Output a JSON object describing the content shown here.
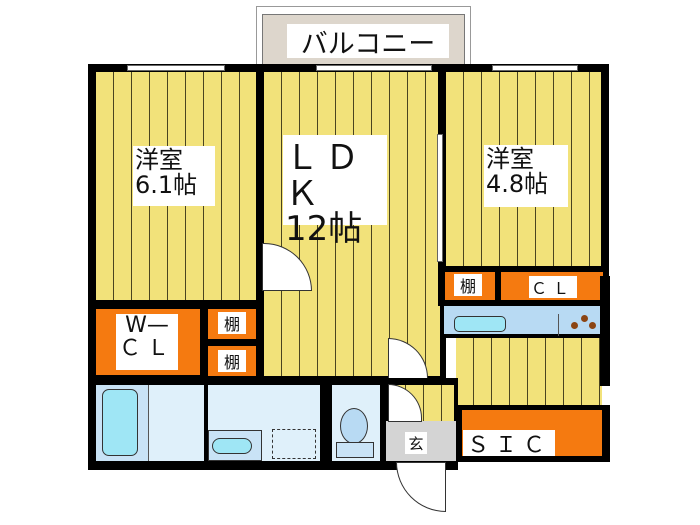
{
  "floorplan": {
    "balcony": {
      "label": "バルコニー"
    },
    "rooms": [
      {
        "id": "western-room-1",
        "name": "洋室",
        "size": "6.1帖"
      },
      {
        "id": "ldk",
        "name": "ＬＤＫ",
        "size": "12帖"
      },
      {
        "id": "western-room-2",
        "name": "洋室",
        "size": "4.8帖"
      }
    ],
    "storage": {
      "walk_in_closet": {
        "line1": "W—",
        "line2": "ＣＬ"
      },
      "shelf_1": "棚",
      "shelf_2": "棚",
      "shelf_3": "棚",
      "closet": "ＣＬ",
      "shoe_closet": "ＳＩＣ"
    },
    "entrance": {
      "label": "玄"
    },
    "colors": {
      "floor": "#f2e27a",
      "storage": "#f57a10",
      "wet_area": "#dff0fa",
      "wall": "#000000"
    }
  }
}
